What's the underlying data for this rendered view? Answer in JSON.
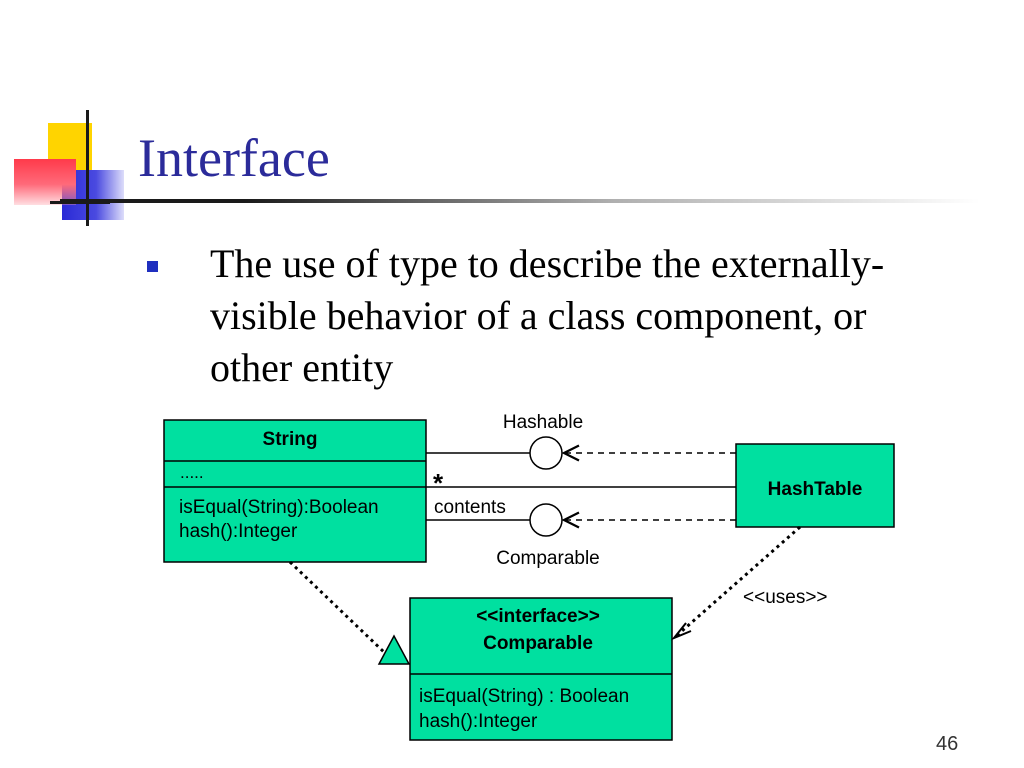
{
  "slide": {
    "title": "Interface",
    "bullet_lines": [
      "The use of type to describe the externally-",
      "visible behavior of a class component, or",
      "other entity"
    ],
    "page_number": "46"
  },
  "diagram": {
    "string_class": {
      "name": "String",
      "attributes": ".....",
      "operations": [
        "isEqual(String):Boolean",
        "hash():Integer"
      ]
    },
    "hashtable_class": {
      "name": "HashTable"
    },
    "interface_class": {
      "stereotype": "<<interface>>",
      "name": "Comparable",
      "operations": [
        "isEqual(String) : Boolean",
        "hash():Integer"
      ]
    },
    "lollipops": {
      "top_label": "Hashable",
      "bottom_label": "Comparable"
    },
    "association": {
      "multiplicity": "*",
      "role": "contents"
    },
    "dependency_label": "<<uses>>"
  },
  "colors": {
    "title": "#2b2b9a",
    "class_fill": "#00e0a0",
    "bullet": "#1f2fbf",
    "deco_yellow": "#ffd400",
    "deco_blue": "#2a2ad6",
    "deco_red": "#ff4a5a"
  }
}
